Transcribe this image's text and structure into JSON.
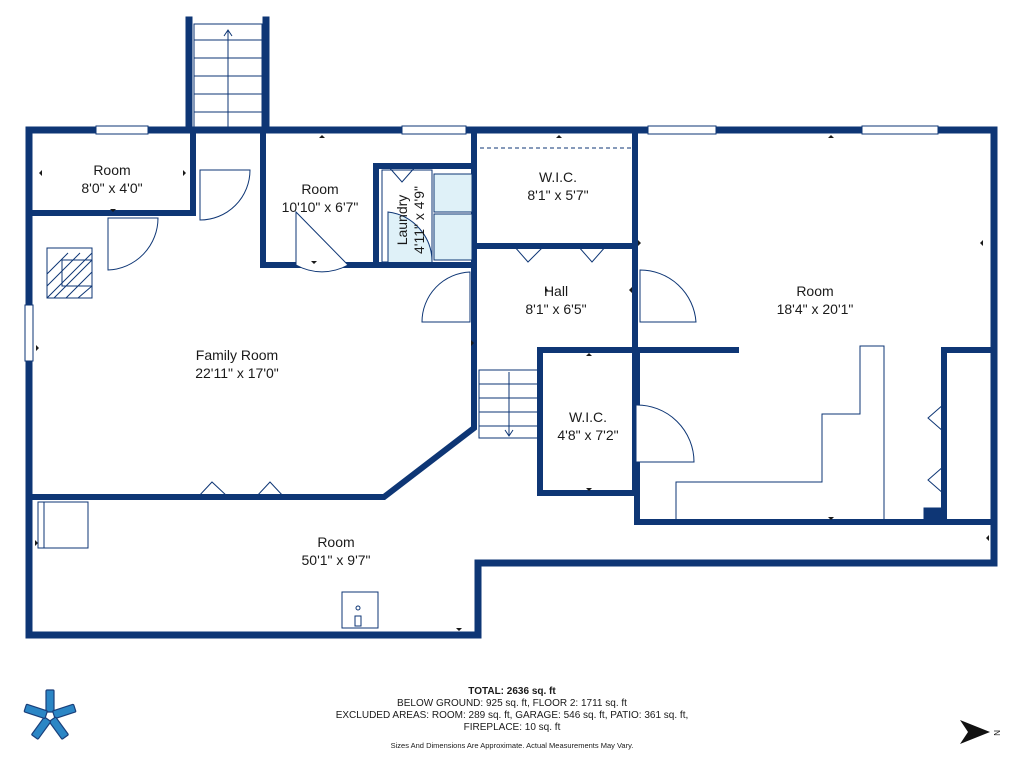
{
  "rooms": [
    {
      "name": "Room",
      "size": "8'0\" x 4'0\""
    },
    {
      "name": "Room",
      "size": "10'10\" x 6'7\""
    },
    {
      "name": "Laundry",
      "size": "4'11\" x 4'9\""
    },
    {
      "name": "W.I.C.",
      "size": "8'1\" x 5'7\""
    },
    {
      "name": "Hall",
      "size": "8'1\" x 6'5\""
    },
    {
      "name": "Room",
      "size": "18'4\" x 20'1\""
    },
    {
      "name": "Family Room",
      "size": "22'11\" x 17'0\""
    },
    {
      "name": "W.I.C.",
      "size": "4'8\" x 7'2\""
    },
    {
      "name": "Room",
      "size": "50'1\" x 9'7\""
    }
  ],
  "summary": {
    "total": "TOTAL: 2636 sq. ft",
    "line1": "BELOW GROUND: 925 sq. ft, FLOOR 2: 1711 sq. ft",
    "line2": "EXCLUDED AREAS: ROOM: 289 sq. ft, GARAGE: 546 sq. ft, PATIO: 361 sq. ft,",
    "line3": "FIREPLACE: 10 sq. ft",
    "disclaimer": "Sizes And Dimensions Are Approximate. Actual Measurements May Vary."
  },
  "compass": {
    "label": "N"
  },
  "colors": {
    "wall": "#0e3675",
    "fixture_fill": "#dff1f8",
    "logo": "#2b86c5"
  }
}
